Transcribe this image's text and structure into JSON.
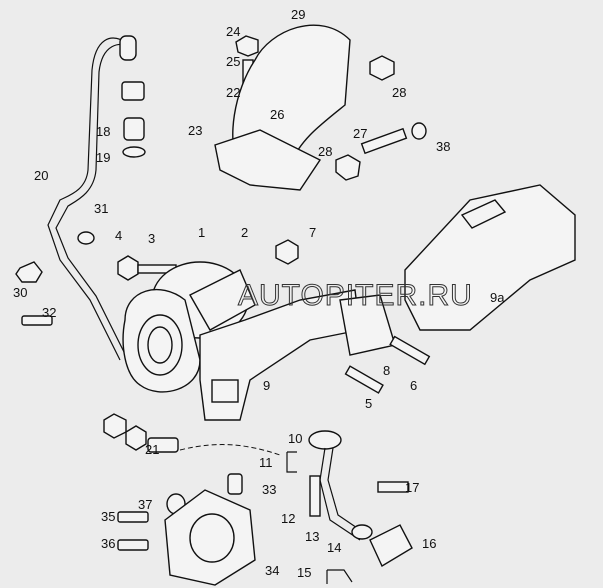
{
  "watermark": "AUTOPITER.RU",
  "callouts": [
    "24",
    "29",
    "25",
    "22",
    "26",
    "28",
    "23",
    "27",
    "38",
    "28",
    "18",
    "19",
    "20",
    "31",
    "4",
    "3",
    "1",
    "2",
    "7",
    "30",
    "32",
    "9a",
    "9",
    "8",
    "6",
    "5",
    "10",
    "11",
    "21",
    "33",
    "17",
    "12",
    "13",
    "14",
    "16",
    "37",
    "35",
    "36",
    "34",
    "15"
  ]
}
